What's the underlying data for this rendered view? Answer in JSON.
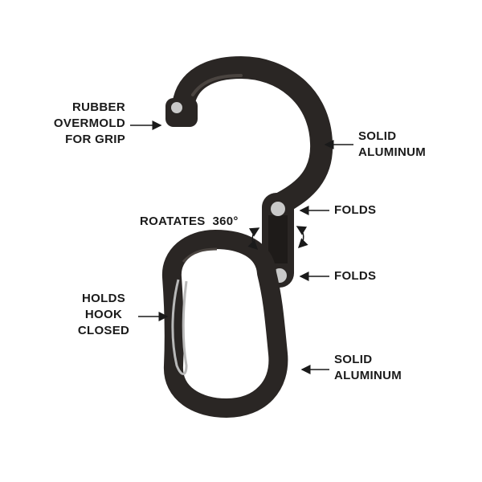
{
  "labels": {
    "rubber_overmold": [
      "RUBBER",
      "OVERMOLD",
      "FOR GRIP"
    ],
    "solid_aluminum_top": [
      "SOLID",
      "ALUMINUM"
    ],
    "folds_top": "FOLDS",
    "rotates": "ROATATES  360°",
    "folds_bottom": "FOLDS",
    "holds_hook": [
      "HOLDS",
      "HOOK",
      "CLOSED"
    ],
    "solid_aluminum_bottom": [
      "SOLID",
      "ALUMINUM"
    ]
  },
  "colors": {
    "hook_body": "#2a2624",
    "hook_highlight": "#4a4440",
    "rivet": "#c9c9c9",
    "gate_wire": "#b8b8b8",
    "text": "#1a1a1a"
  }
}
